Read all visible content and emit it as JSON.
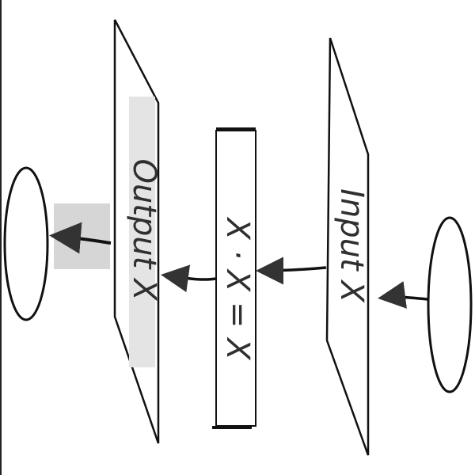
{
  "diagram": {
    "nodes": [
      {
        "id": "input",
        "label": "Input X"
      },
      {
        "id": "process",
        "label": "X · X = X"
      },
      {
        "id": "output",
        "label": "Output X"
      }
    ]
  }
}
